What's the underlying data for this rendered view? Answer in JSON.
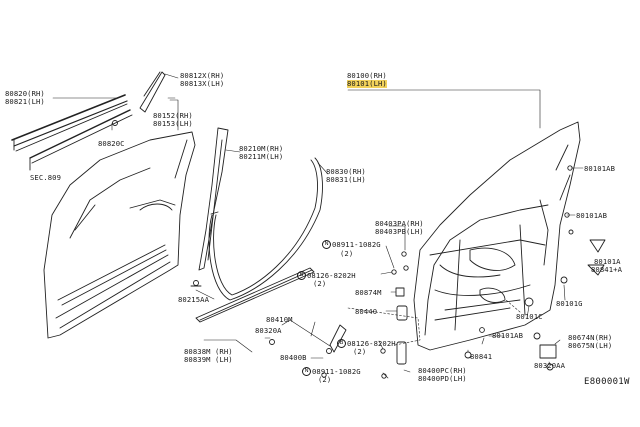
{
  "diagram": {
    "reference_code": "E800001W",
    "highlight_color": "#f2d25a",
    "parts": {
      "p80812x": {
        "rh": "80812X(RH)",
        "lh": "80813X(LH)"
      },
      "p80100": {
        "rh": "80100(RH)",
        "lh": "80101(LH)"
      },
      "p80820": {
        "rh": "80820(RH)",
        "lh": "80821(LH)"
      },
      "p80152": {
        "rh": "80152(RH)",
        "lh": "80153(LH)"
      },
      "p80820c": "80820C",
      "p80210m": {
        "rh": "80210M(RH)",
        "lh": "80211M(LH)"
      },
      "sec809": "SEC.809",
      "p80830": {
        "rh": "80830(RH)",
        "lh": "80831(LH)"
      },
      "p80101ab_a": "80101AB",
      "p80101ab_b": "80101AB",
      "p80101ab_c": "80101AB",
      "p80403pa": {
        "rh": "80403PA(RH)",
        "lh": "80403PB(LH)"
      },
      "p08911_a": {
        "code": "08911-1082G",
        "qty": "(2)"
      },
      "p80101a": "80101A",
      "p80841a": "80841+A",
      "p08126_a": {
        "code": "08126-8202H",
        "qty": "(2)"
      },
      "p80874m": "80874M",
      "p80215aa": "80215AA",
      "p80101g": "80101G",
      "p80440": "80440",
      "p80101c": "80101C",
      "p80410m": "80410M",
      "p80320a": "80320A",
      "p80838m": {
        "rh": "80838M (RH)",
        "lh": "80839M (LH)"
      },
      "p08126_b": {
        "code": "08126-8202H",
        "qty": "(2)"
      },
      "p80674n": {
        "rh": "80674N(RH)",
        "lh": "80675N(LH)"
      },
      "p80400b": "80400B",
      "p80841": "80841",
      "p80320aa": "80320AA",
      "p08911_b": {
        "code": "08911-1082G",
        "qty": "(2)"
      },
      "p80400pc": {
        "rh": "80400PC(RH)",
        "lh": "80400PD(LH)"
      }
    },
    "circle_symbols": {
      "n": "N",
      "b": "B"
    }
  }
}
